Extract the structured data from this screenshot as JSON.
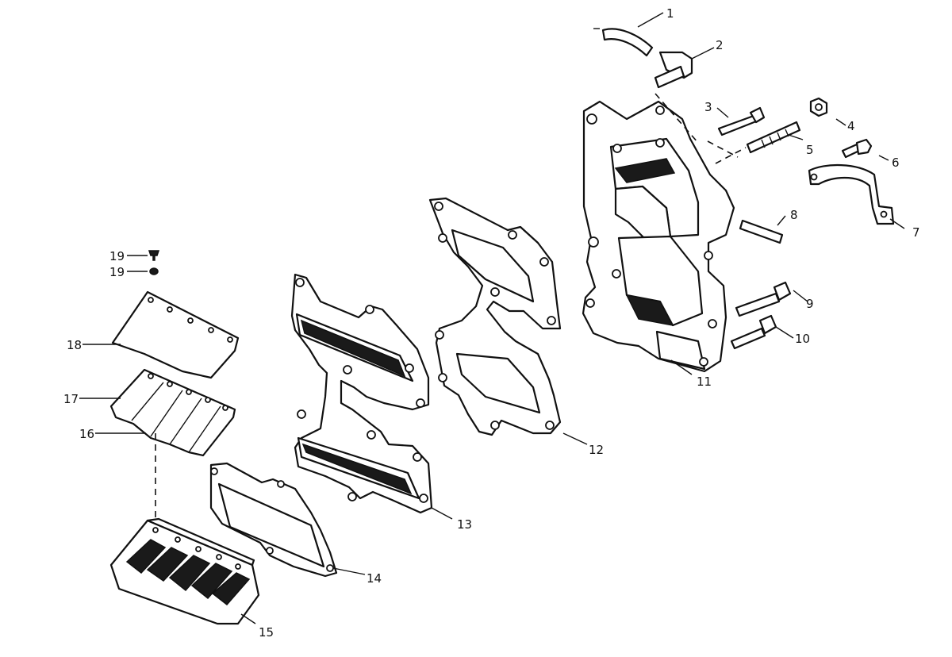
{
  "callouts": [
    {
      "id": "c1",
      "text": "1"
    },
    {
      "id": "c2",
      "text": "2"
    },
    {
      "id": "c3",
      "text": "3"
    },
    {
      "id": "c4",
      "text": "4"
    },
    {
      "id": "c5",
      "text": "5"
    },
    {
      "id": "c6",
      "text": "6"
    },
    {
      "id": "c7",
      "text": "7"
    },
    {
      "id": "c8",
      "text": "8"
    },
    {
      "id": "c9",
      "text": "9"
    },
    {
      "id": "c10",
      "text": "10"
    },
    {
      "id": "c11",
      "text": "11"
    },
    {
      "id": "c12",
      "text": "12"
    },
    {
      "id": "c13",
      "text": "13"
    },
    {
      "id": "c14",
      "text": "14"
    },
    {
      "id": "c15",
      "text": "15"
    },
    {
      "id": "c16",
      "text": "16"
    },
    {
      "id": "c17",
      "text": "17"
    },
    {
      "id": "c18",
      "text": "18"
    },
    {
      "id": "c19a",
      "text": "19"
    },
    {
      "id": "c19b",
      "text": "19"
    }
  ],
  "colors": {
    "ink": "#111111",
    "paper": "#ffffff"
  }
}
